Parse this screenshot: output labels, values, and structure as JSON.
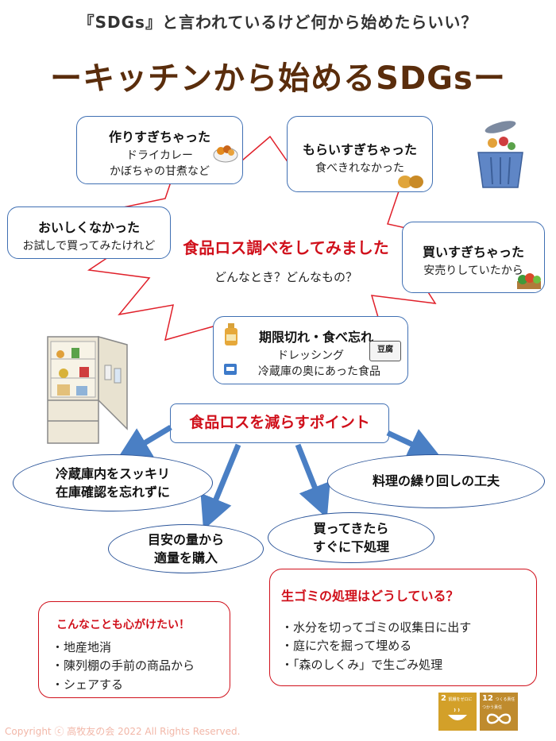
{
  "header": {
    "subtitle": "『SDGs』と言われているけど何から始めたらいい？",
    "title": "ーキッチンから始めるSDGsー"
  },
  "survey": {
    "title": "食品ロス調べをしてみました",
    "subtitle": "どんなとき？どんなもの？",
    "cases": [
      {
        "heading": "作りすぎちゃった",
        "lines": [
          "ドライカレー",
          "かぼちゃの甘煮など"
        ]
      },
      {
        "heading": "もらいすぎちゃった",
        "lines": [
          "食べきれなかった"
        ]
      },
      {
        "heading": "おいしくなかった",
        "lines": [
          "お試しで買ってみたけれど"
        ]
      },
      {
        "heading": "買いすぎちゃった",
        "lines": [
          "安売りしていたから"
        ]
      },
      {
        "heading": "期限切れ・食べ忘れ",
        "lines": [
          "ドレッシング",
          "冷蔵庫の奥にあった食品"
        ],
        "tag": "豆腐"
      }
    ]
  },
  "points": {
    "title": "食品ロスを減らすポイント",
    "items": [
      {
        "line1": "冷蔵庫内をスッキリ",
        "line2": "在庫確認を忘れずに"
      },
      {
        "line1": "料理の繰り回しの工夫",
        "line2": ""
      },
      {
        "line1": "目安の量から",
        "line2": "適量を購入"
      },
      {
        "line1": "買ってきたら",
        "line2": "すぐに下処理"
      }
    ]
  },
  "garbage": {
    "title": "生ゴミの処理はどうしている？",
    "items": [
      "・水分を切ってゴミの収集日に出す",
      "・庭に穴を掘って埋める",
      "・「森のしくみ」で生ごみ処理"
    ]
  },
  "extra": {
    "title": "こんなことも心がけたい！",
    "items": [
      "・地産地消",
      "・陳列棚の手前の商品から",
      "・シェアする"
    ]
  },
  "sdg_icons": [
    {
      "number": "2",
      "label": "飢餓をゼロに",
      "color": "#d3a029"
    },
    {
      "number": "12",
      "label": "つくる責任つかう責任",
      "color": "#bf8b2e"
    }
  ],
  "footer": {
    "copyright": "Copyright ⓒ 高牧友の会 2022 All Rights Reserved."
  },
  "colors": {
    "title": "#5a2d0c",
    "accent_red": "#d0101b",
    "box_border": "#3f6fb3",
    "arrow": "#4a7fc4"
  }
}
